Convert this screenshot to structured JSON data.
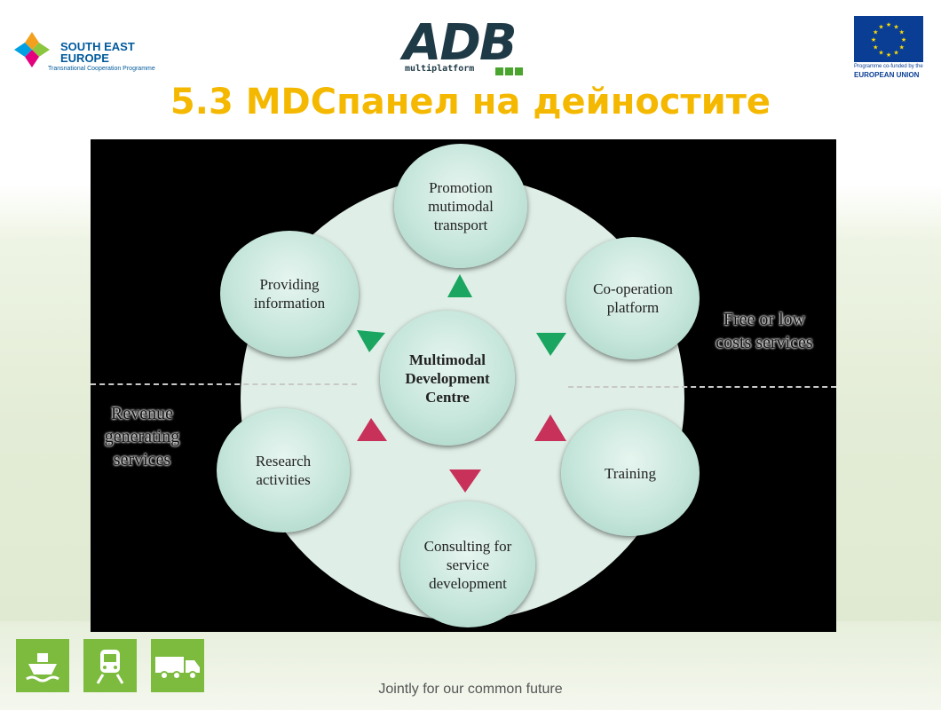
{
  "header": {
    "left_logo": {
      "line1": "SOUTH EAST",
      "line2": "EUROPE",
      "sub": "Transnational Cooperation Programme"
    },
    "center_logo": {
      "main": "ADB",
      "sub": "multiplatform"
    },
    "right_logo": {
      "caption1": "Programme co-funded by the",
      "caption2": "EUROPEAN UNION"
    }
  },
  "title": "5.3 MDCпанел на дейностите",
  "diagram": {
    "center": "Multimodal Development Centre",
    "nodes": {
      "top": "Promotion mutimodal transport",
      "upper_right": "Co-operation platform",
      "lower_right": "Training",
      "bottom": "Consulting for service development",
      "lower_left": "Research activities",
      "upper_left": "Providing information"
    },
    "right_label": "Free or low costs services",
    "left_label": "Revenue generating services",
    "colors": {
      "arrow_green": "#1aa560",
      "arrow_red": "#c8325a",
      "circle": "#c6e6db"
    }
  },
  "footer_icons": [
    "ship-icon",
    "train-icon",
    "truck-icon"
  ],
  "footer": "Jointly for our common future"
}
